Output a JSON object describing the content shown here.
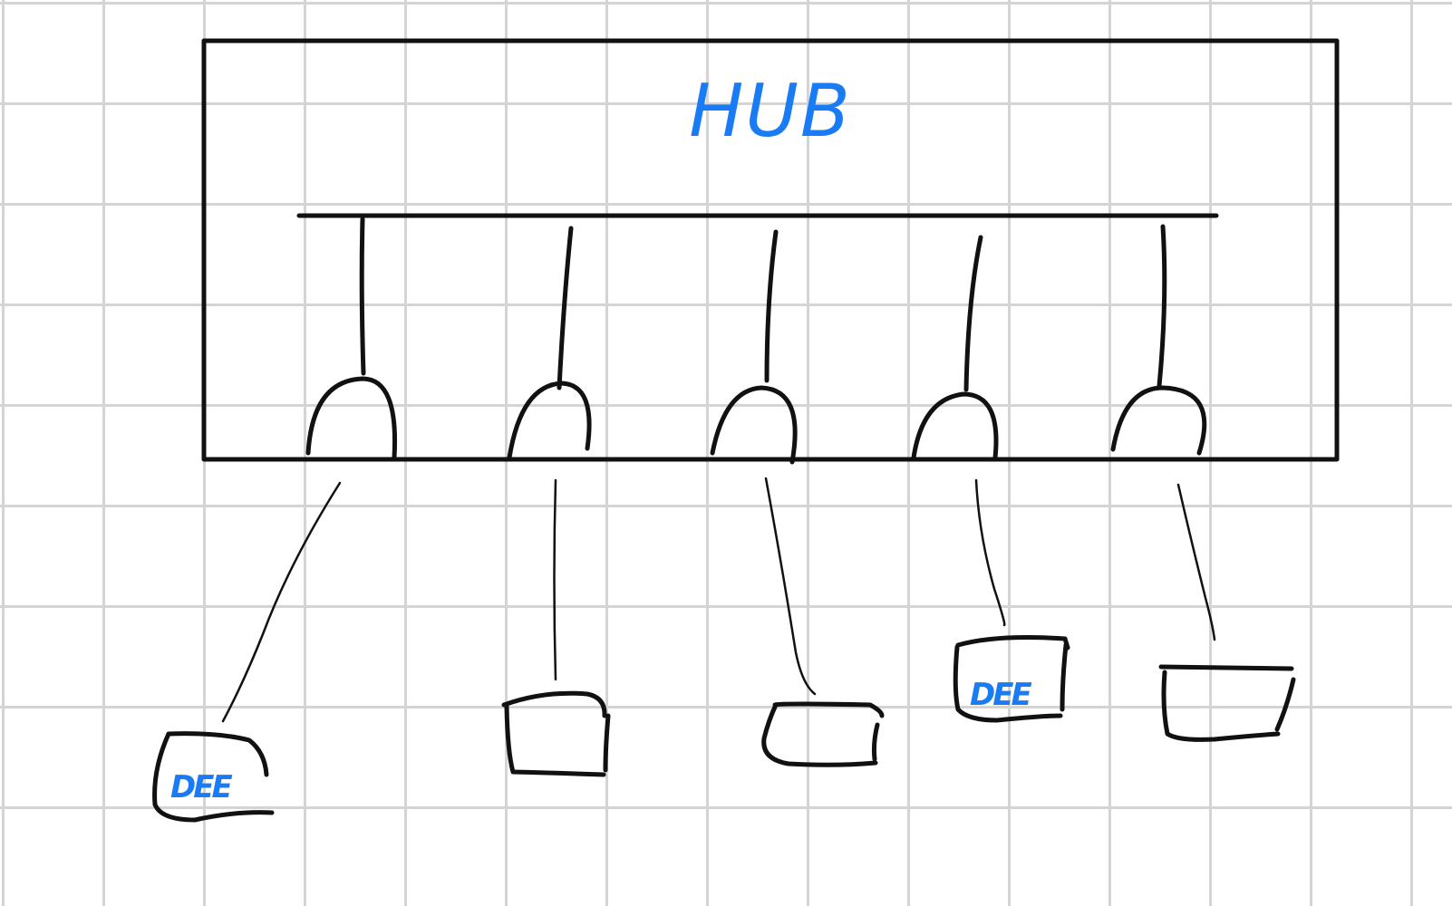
{
  "diagram": {
    "hub_label": "HUB",
    "ink_color": "#111111",
    "label_color": "#1a7cf5",
    "grid_color": "#d4d4d4",
    "ports": [
      {
        "port": 1,
        "device_label": "DEE"
      },
      {
        "port": 2,
        "device_label": ""
      },
      {
        "port": 3,
        "device_label": ""
      },
      {
        "port": 4,
        "device_label": "DEE"
      },
      {
        "port": 5,
        "device_label": ""
      }
    ]
  }
}
